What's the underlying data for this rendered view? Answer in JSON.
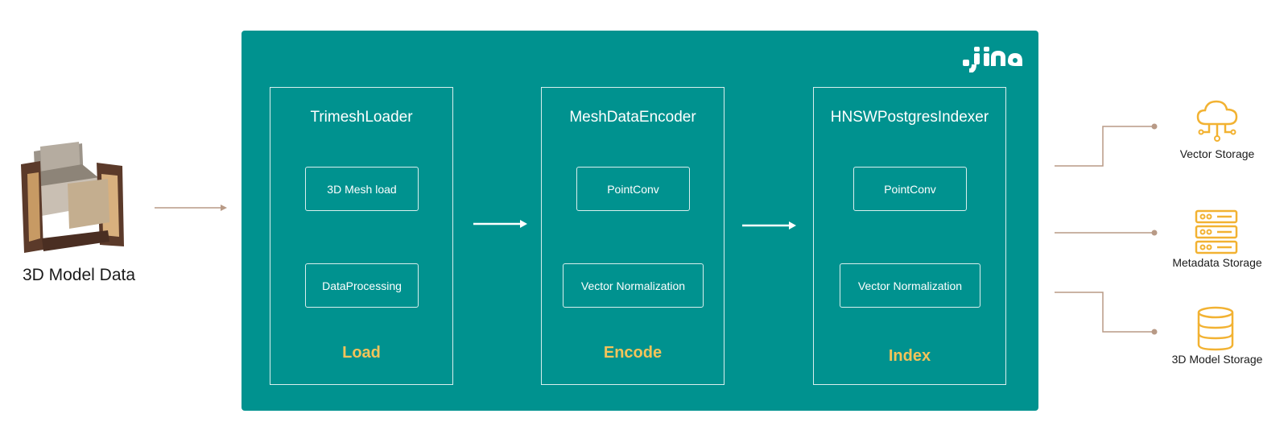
{
  "input": {
    "label": "3D Model Data"
  },
  "logo": {
    "text": ".jina"
  },
  "stages": [
    {
      "title": "TrimeshLoader",
      "steps": [
        "3D Mesh load",
        "DataProcessing"
      ],
      "label": "Load"
    },
    {
      "title": "MeshDataEncoder",
      "steps": [
        "PointConv",
        "Vector Normalization"
      ],
      "label": "Encode"
    },
    {
      "title": "HNSWPostgresIndexer",
      "steps": [
        "PointConv",
        "Vector Normalization"
      ],
      "label": "Index"
    }
  ],
  "storage": [
    {
      "label": "Vector Storage",
      "icon": "cloud-network-icon"
    },
    {
      "label": "Metadata Storage",
      "icon": "server-rack-icon"
    },
    {
      "label": "3D Model Storage",
      "icon": "database-icon"
    }
  ],
  "colors": {
    "panel": "#00928f",
    "accent": "#f3c35a",
    "connector": "#b89a86",
    "icon": "#f2b232"
  }
}
